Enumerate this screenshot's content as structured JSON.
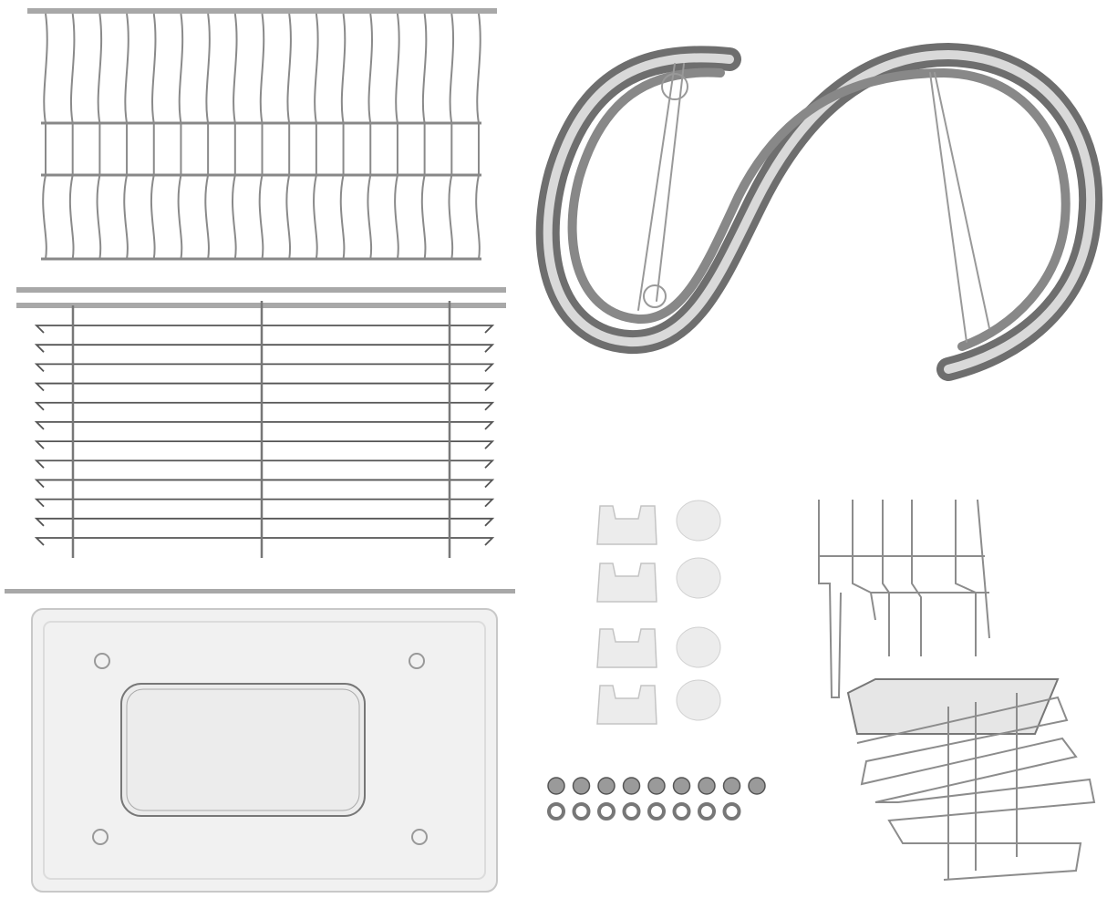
{
  "colors": {
    "background": "#ffffff",
    "steel": "#9a9a9a",
    "steel_dark": "#555555",
    "tray": "#efefef",
    "plastic": "#ececec"
  },
  "counts": {
    "plate_rack_wires": 17,
    "cup_rack_wires": 12,
    "clips": 4,
    "feet": 4,
    "nuts": 9,
    "washers": 8
  }
}
